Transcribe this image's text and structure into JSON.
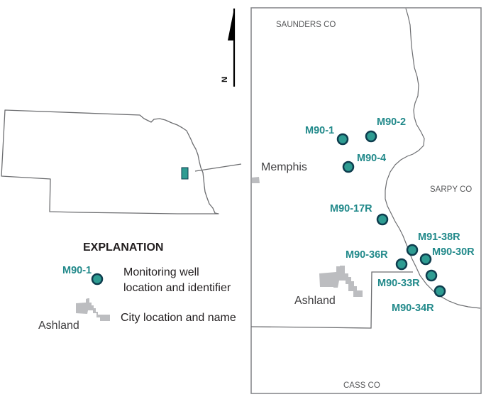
{
  "map": {
    "north_arrow": {
      "label": "N"
    },
    "counties": {
      "saunders": "SAUNDERS CO",
      "sarpy": "SARPY CO",
      "cass": "CASS CO"
    },
    "cities": {
      "memphis": "Memphis",
      "ashland": "Ashland"
    },
    "wells": [
      {
        "id": "M90-1"
      },
      {
        "id": "M90-2"
      },
      {
        "id": "M90-4"
      },
      {
        "id": "M90-17R"
      },
      {
        "id": "M91-38R"
      },
      {
        "id": "M90-30R"
      },
      {
        "id": "M90-36R"
      },
      {
        "id": "M90-33R"
      },
      {
        "id": "M90-34R"
      }
    ],
    "colors": {
      "well_fill": "#2e9c92",
      "well_stroke": "#0e3d4e",
      "well_label": "#21898a",
      "city_fill": "#bcbdc0",
      "boundary": "#6d6e71"
    }
  },
  "legend": {
    "title": "EXPLANATION",
    "well_sample_label": "M90-1",
    "well_desc_line1": "Monitoring well",
    "well_desc_line2": "location and identifier",
    "city_sample_label": "Ashland",
    "city_desc": "City location and name"
  }
}
